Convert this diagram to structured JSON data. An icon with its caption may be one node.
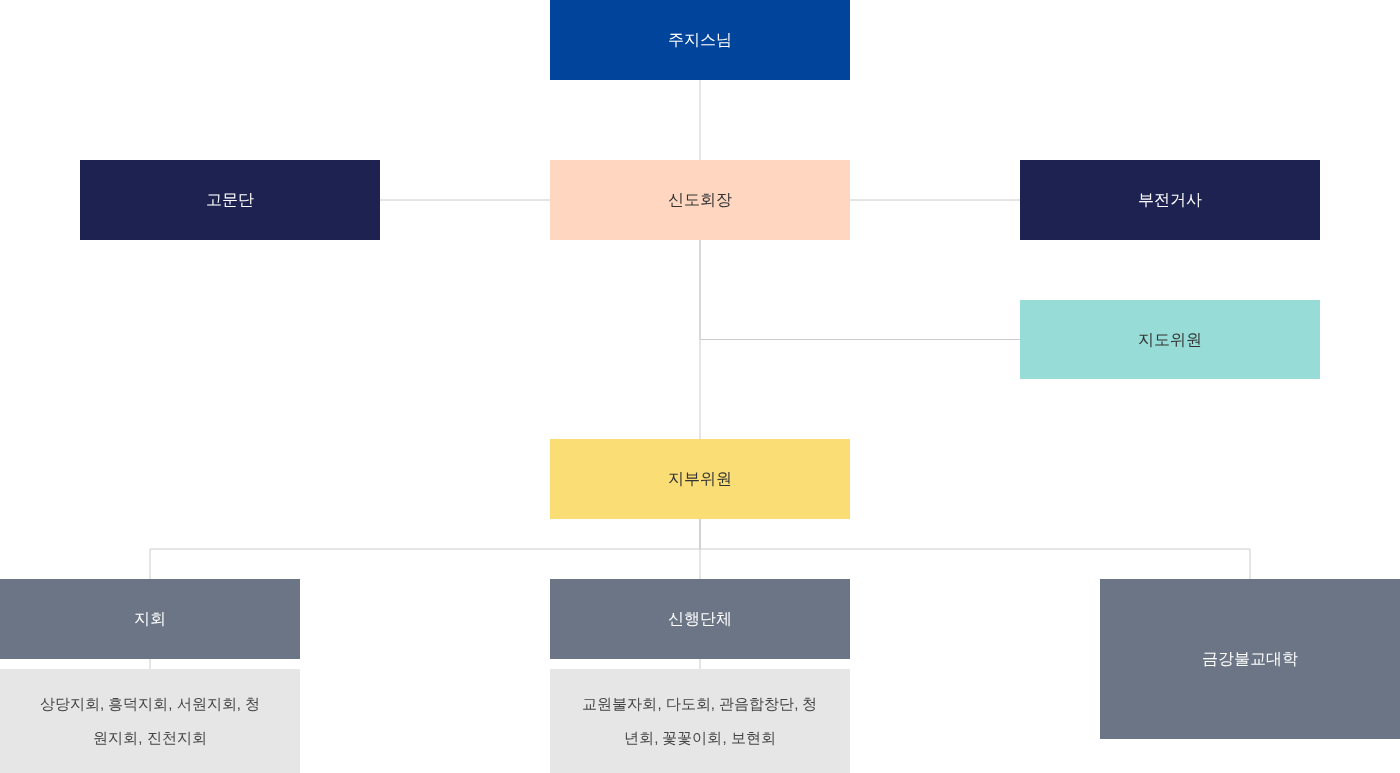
{
  "diagram": {
    "nodes": [
      {
        "text": [
          "주지스님"
        ]
      },
      {
        "text": [
          "고문단"
        ]
      },
      {
        "text": [
          "신도회장"
        ]
      },
      {
        "text": [
          "부전거사"
        ]
      },
      {
        "text": [
          "지도위원"
        ]
      },
      {
        "text": [
          "지부위원"
        ]
      },
      {
        "text": [
          "지회"
        ]
      },
      {
        "text": [
          "상당지회, 흥덕지회, 서원지회, 청원지회, 진천지회"
        ]
      },
      {
        "text": [
          "신행단체"
        ]
      },
      {
        "text": [
          "교원불자회, 다도회, 관음합창단, 청년회, 꽃꽃이회, 보현회"
        ]
      },
      {
        "text": [
          "금강불교대학"
        ]
      }
    ],
    "edges": [
      {
        "from": 0,
        "to": 2,
        "arrow": "none"
      },
      {
        "from": 1,
        "to": 2,
        "arrow": "none"
      },
      {
        "from": 2,
        "to": 3,
        "arrow": "none"
      },
      {
        "from": 2,
        "to": 4,
        "arrow": "none"
      },
      {
        "from": 2,
        "to": 5,
        "arrow": "none"
      },
      {
        "from": 5,
        "to": 6,
        "arrow": "none"
      },
      {
        "from": 5,
        "to": 8,
        "arrow": "none"
      },
      {
        "from": 5,
        "to": 10,
        "arrow": "none"
      },
      {
        "from": 6,
        "to": 7,
        "arrow": "none"
      },
      {
        "from": 8,
        "to": 9,
        "arrow": "none"
      }
    ]
  }
}
